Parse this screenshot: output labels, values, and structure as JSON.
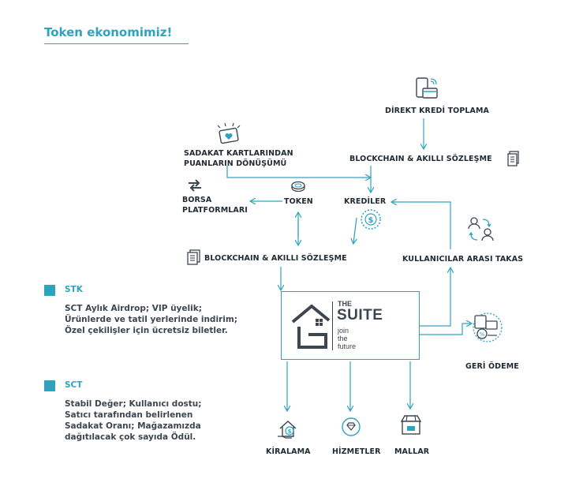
{
  "title": "Token ekonomimiz!",
  "nodes": {
    "direkt_kredi": "DİREKT KREDİ TOPLAMA",
    "sadakat_line1": "SADAKAT KARTLARINDAN",
    "sadakat_line2": "PUANLARIN DÖNÜŞÜMÜ",
    "blockchain_top": "BLOCKCHAIN & AKILLI SÖZLEŞME",
    "borsa_line1": "BORSA",
    "borsa_line2": "PLATFORMLARI",
    "token": "TOKEN",
    "krediler": "KREDİLER",
    "blockchain_mid": "BLOCKCHAIN & AKILLI SÖZLEŞME",
    "kullanicilar": "KULLANICILAR ARASI TAKAS",
    "geri_odeme": "GERİ ÖDEME",
    "kiralama": "KİRALAMA",
    "hizmetler": "HİZMETLER",
    "mallar": "MALLAR"
  },
  "logo": {
    "the": "THE",
    "suite": "SUITE",
    "tagline": [
      "join",
      "the",
      "future"
    ]
  },
  "sections": [
    {
      "title": "STK",
      "lines": [
        "SCT Aylık Airdrop; VIP üyelik;",
        "Ürünlerde ve tatil yerlerinde indirim;",
        "Özel çekilişler için ücretsiz biletler."
      ]
    },
    {
      "title": "SCT",
      "lines": [
        "Stabil Değer; Kullanıcı dostu;",
        "Satıcı tarafından belirlenen",
        "Sadakat Oranı; Mağazamızda",
        "dağıtılacak çok sayıda Ödül."
      ]
    }
  ],
  "colors": {
    "accent": "#2ea3bf",
    "text": "#1f2a33",
    "icon": "#3c4650"
  },
  "icons": [
    "phone-payment-icon",
    "loyalty-card-icon",
    "document-icon",
    "exchange-arrows-icon",
    "coin-icon",
    "dollar-coin-icon",
    "users-swap-icon",
    "house-money-icon",
    "diamond-icon",
    "cashback-icon",
    "shop-box-icon"
  ]
}
